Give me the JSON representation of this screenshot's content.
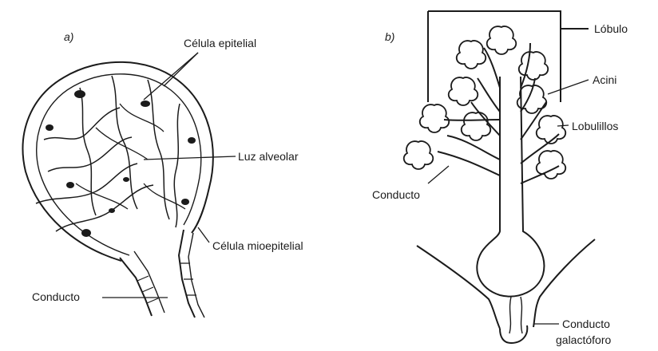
{
  "panel_a": {
    "tag": "a)",
    "labels": {
      "epithelial_cell": "Célula epitelial",
      "alveolar_lumen": "Luz alveolar",
      "myoepithelial_cell": "Célula mioepitelial",
      "duct": "Conducto"
    }
  },
  "panel_b": {
    "tag": "b)",
    "labels": {
      "lobe": "Lóbulo",
      "acini": "Acini",
      "lobules": "Lobulillos",
      "duct": "Conducto",
      "lactiferous_duct_line1": "Conducto",
      "lactiferous_duct_line2": "galactóforo"
    }
  }
}
